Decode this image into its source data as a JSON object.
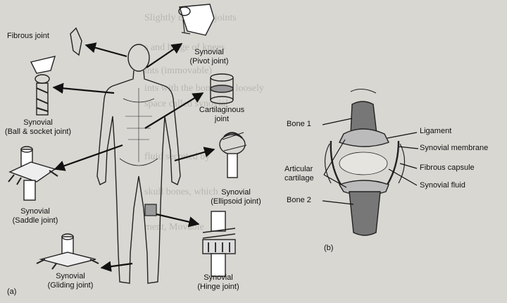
{
  "background_text": [
    "Slightly movable joints",
    "s and hinge of knees",
    "ints (immovable)",
    "ints with the bones are loosely",
    "space called synovial",
    "fluid secreted by",
    "skull bones, which",
    "ment, Movable"
  ],
  "panel_a": {
    "caption": "(a)",
    "labels": {
      "fibrous": "Fibrous joint",
      "pivot_1": "Synovial",
      "pivot_2": "(Pivot joint)",
      "cartilaginous_1": "Cartilaginous",
      "cartilaginous_2": "joint",
      "ball_1": "Synovial",
      "ball_2": "(Ball & socket joint)",
      "ellipsoid_1": "Synovial",
      "ellipsoid_2": "(Ellipsoid joint)",
      "saddle_1": "Synovial",
      "saddle_2": "(Saddle joint)",
      "hinge_1": "Synovial",
      "hinge_2": "(Hinge joint)",
      "gliding_1": "Synovial",
      "gliding_2": "(Gliding joint)"
    }
  },
  "panel_b": {
    "caption": "(b)",
    "labels": {
      "bone1": "Bone 1",
      "ligament": "Ligament",
      "synovial_membrane": "Synovial membrane",
      "articular_1": "Articular",
      "articular_2": "cartilage",
      "fibrous_capsule": "Fibrous capsule",
      "synovial_fluid": "Synovial fluid",
      "bone2": "Bone 2"
    }
  },
  "colors": {
    "ink": "#111111",
    "paper": "#d9d7d2",
    "faint_text": "#b9b6b0"
  }
}
